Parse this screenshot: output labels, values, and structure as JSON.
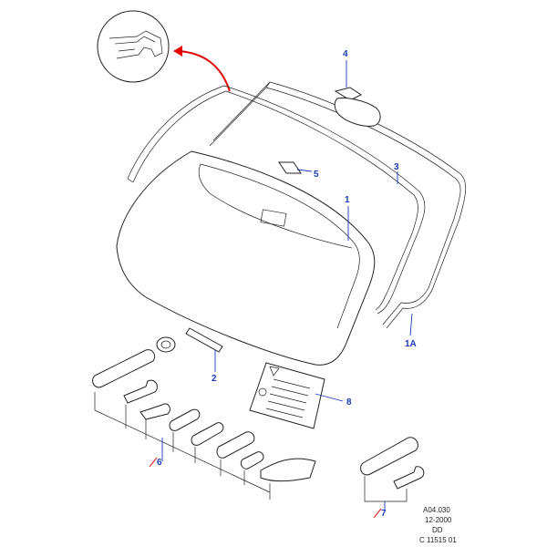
{
  "callouts": {
    "c1": "1",
    "c1a": "1A",
    "c2": "2",
    "c3": "3",
    "c4": "4",
    "c5": "5",
    "c6": "6",
    "c7": "7",
    "c8": "8"
  },
  "reference": {
    "line1": "A04.030",
    "line2": "12-2000",
    "line3": "DD",
    "line4": "C 11515 01"
  },
  "colors": {
    "label": "#1a3bb5",
    "arrow": "#e00000",
    "line": "#222222"
  }
}
